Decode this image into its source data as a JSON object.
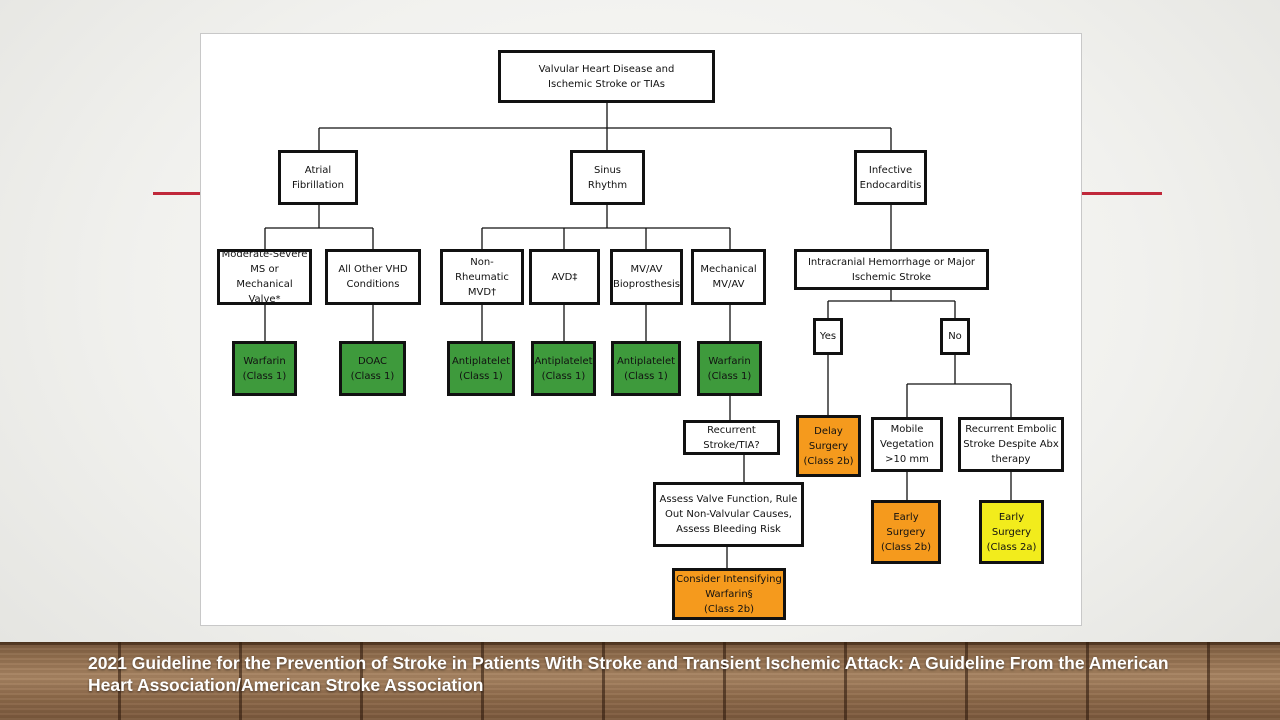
{
  "colors": {
    "green": "#3e9a3c",
    "orange": "#f59a1d",
    "yellow": "#f2ec1c",
    "accent": "#c0283a"
  },
  "flowchart": {
    "root": "Valvular Heart Disease and\nIschemic Stroke or TIAs",
    "af": "Atrial\nFibrillation",
    "sinus": "Sinus\nRhythm",
    "ie": "Infective\nEndocarditis",
    "ms": "Moderate-Severe\nMS or Mechanical\nValve*",
    "other_vhd": "All Other VHD\nConditions",
    "nonrheum": "Non-Rheumatic\nMVD†",
    "avd": "AVD‡",
    "bioprosthesis": "MV/AV\nBioprosthesis",
    "mechanical": "Mechanical\nMV/AV",
    "ich": "Intracranial Hemorrhage or Major\nIschemic Stroke",
    "warfarin1": "Warfarin\n(Class 1)",
    "doac": "DOAC\n(Class 1)",
    "antiplatelet1": "Antiplatelet\n(Class 1)",
    "antiplatelet2": "Antiplatelet\n(Class 1)",
    "antiplatelet3": "Antiplatelet\n(Class 1)",
    "warfarin2": "Warfarin\n(Class 1)",
    "yes": "Yes",
    "no": "No",
    "recurrent": "Recurrent\nStroke/TIA?",
    "assess": "Assess Valve Function, Rule\nOut Non-Valvular Causes,\nAssess Bleeding Risk",
    "intensify": "Consider Intensifying\nWarfarin§\n(Class 2b)",
    "delay": "Delay\nSurgery\n(Class 2b)",
    "mobile": "Mobile\nVegetation\n>10 mm",
    "embolic": "Recurrent Embolic\nStroke Despite Abx\ntherapy",
    "early2b": "Early\nSurgery\n(Class 2b)",
    "early2a": "Early\nSurgery\n(Class 2a)"
  },
  "caption": "2021 Guideline for the Prevention of Stroke in Patients With Stroke and Transient Ischemic Attack: A Guideline From the American Heart Association/American Stroke Association"
}
